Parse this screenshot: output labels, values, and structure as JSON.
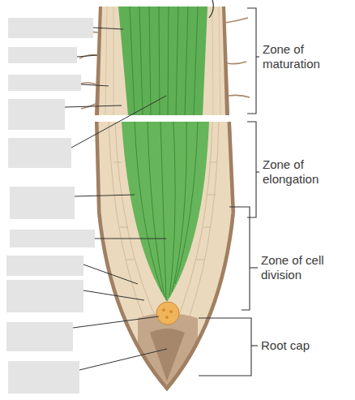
{
  "diagram": {
    "labels": [
      "Zone of maturation",
      "Zone of elongation",
      "Zone of cell division",
      "Root cap"
    ]
  }
}
